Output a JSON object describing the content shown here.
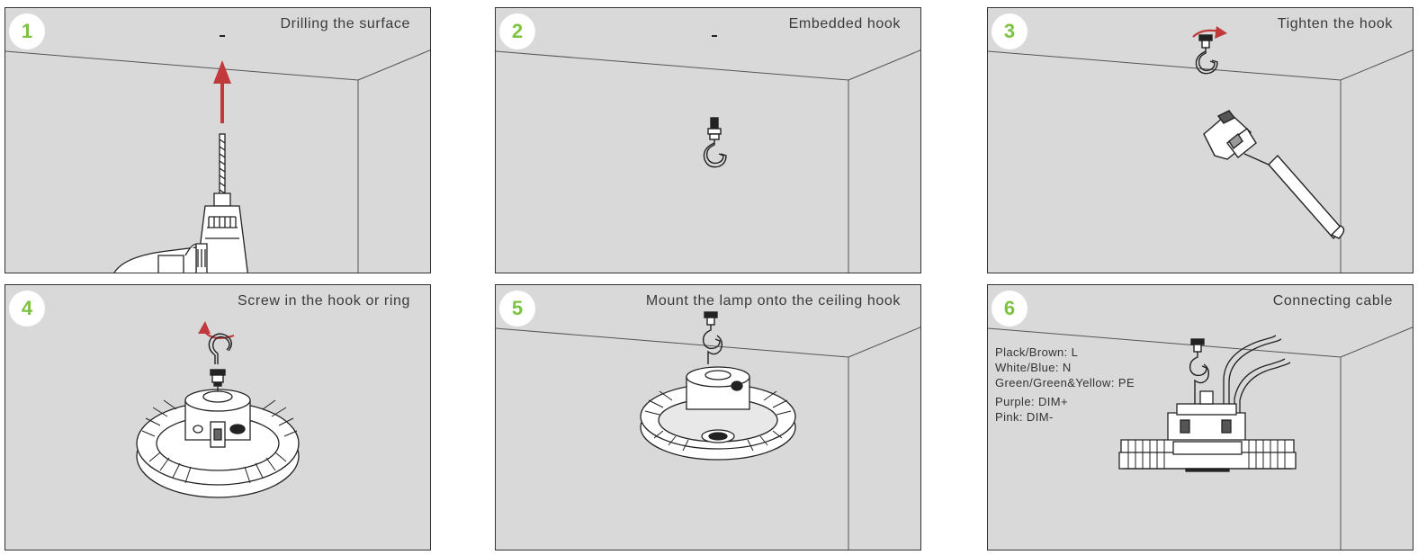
{
  "steps": [
    {
      "number": "1",
      "title": "Drilling the surface"
    },
    {
      "number": "2",
      "title": "Embedded hook"
    },
    {
      "number": "3",
      "title": "Tighten the hook"
    },
    {
      "number": "4",
      "title": "Screw in the hook or ring"
    },
    {
      "number": "5",
      "title": "Mount the lamp onto the ceiling hook"
    },
    {
      "number": "6",
      "title": "Connecting cable"
    }
  ],
  "wiring": [
    "Plack/Brown: L",
    "White/Blue: N",
    "Green/Green&Yellow: PE",
    "Purple: DIM+",
    "Pink: DIM-"
  ],
  "colors": {
    "panel_bg": "#d9d9d9",
    "step_number": "#7dc242",
    "arrow": "#c0393b",
    "line": "#333333"
  },
  "icons": [
    "drill-icon",
    "hook-icon",
    "wrench-icon",
    "rotate-arrow-icon",
    "high-bay-lamp-icon",
    "cable-icon"
  ]
}
